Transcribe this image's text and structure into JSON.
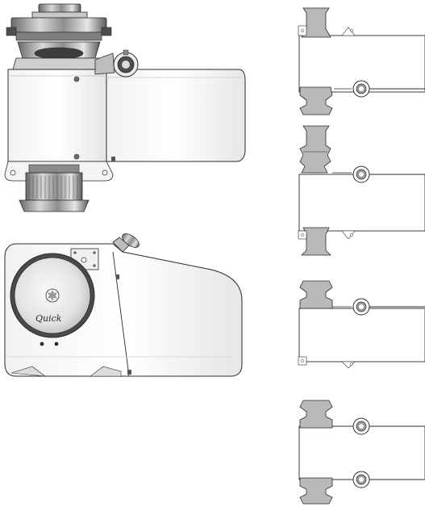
{
  "brand": {
    "logo_text": "Quick"
  },
  "views": [
    {
      "id": "winch-top-view"
    },
    {
      "id": "winch-side-view"
    },
    {
      "id": "config-drum-top"
    },
    {
      "id": "config-drum-top-and-bottom"
    },
    {
      "id": "config-gypsy-top"
    },
    {
      "id": "config-gypsy-top-and-bottom"
    }
  ],
  "colors": {
    "outline": "#2b2b2b",
    "body_fill": "#ffffff",
    "body_shade": "#e9e9e9",
    "metal": "#9b9b9b",
    "metal_dark": "#5e5e5e",
    "component_grey": "#b9b9b9"
  }
}
